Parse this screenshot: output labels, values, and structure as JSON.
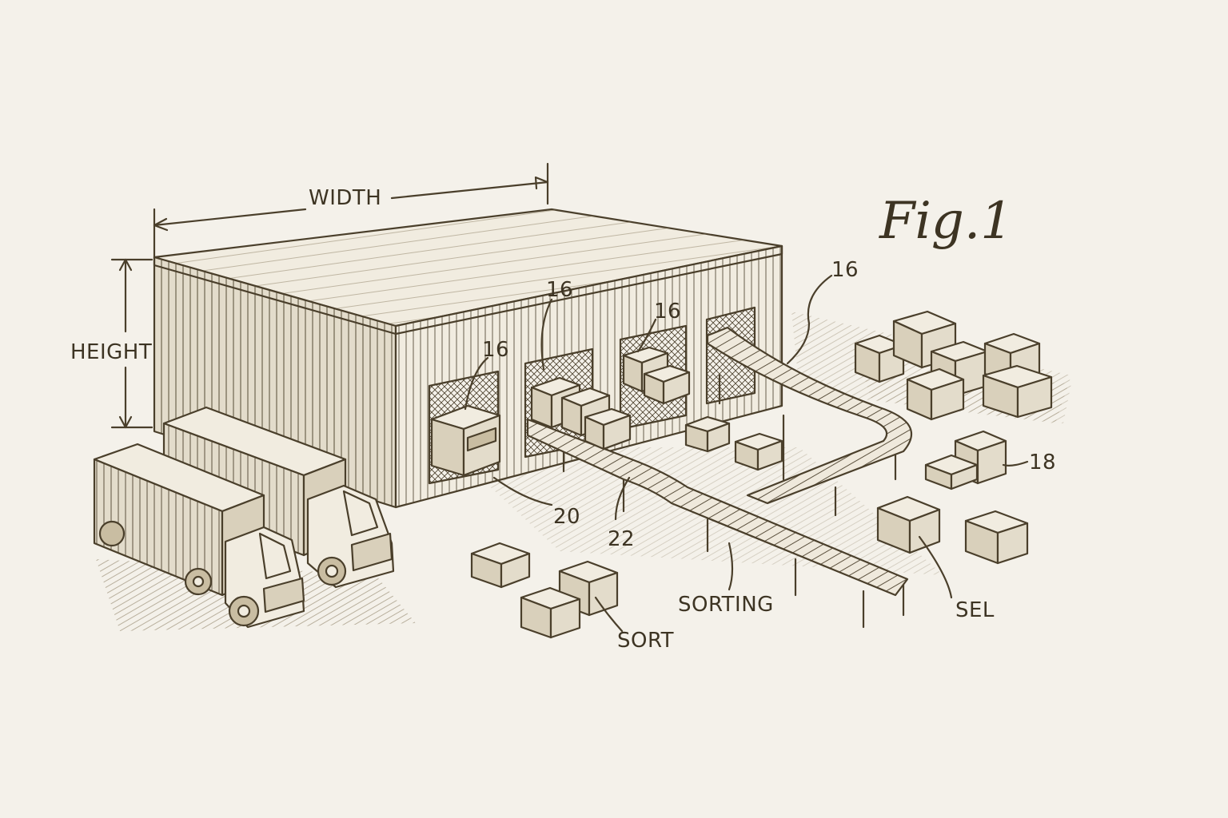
{
  "figure": {
    "title": "Fig.1",
    "labels": {
      "width": "WIDTH",
      "height": "HEIGHT",
      "door_a": "16",
      "door_b": "16",
      "door_c": "16",
      "door_d": "16",
      "boxes_right": "18",
      "dock": "20",
      "conveyor": "22",
      "sorting": "SORTING",
      "sort": "SORT",
      "sel": "SEL"
    }
  },
  "colors": {
    "ink": "#4a3f2b",
    "paper": "#f4f1ea"
  }
}
